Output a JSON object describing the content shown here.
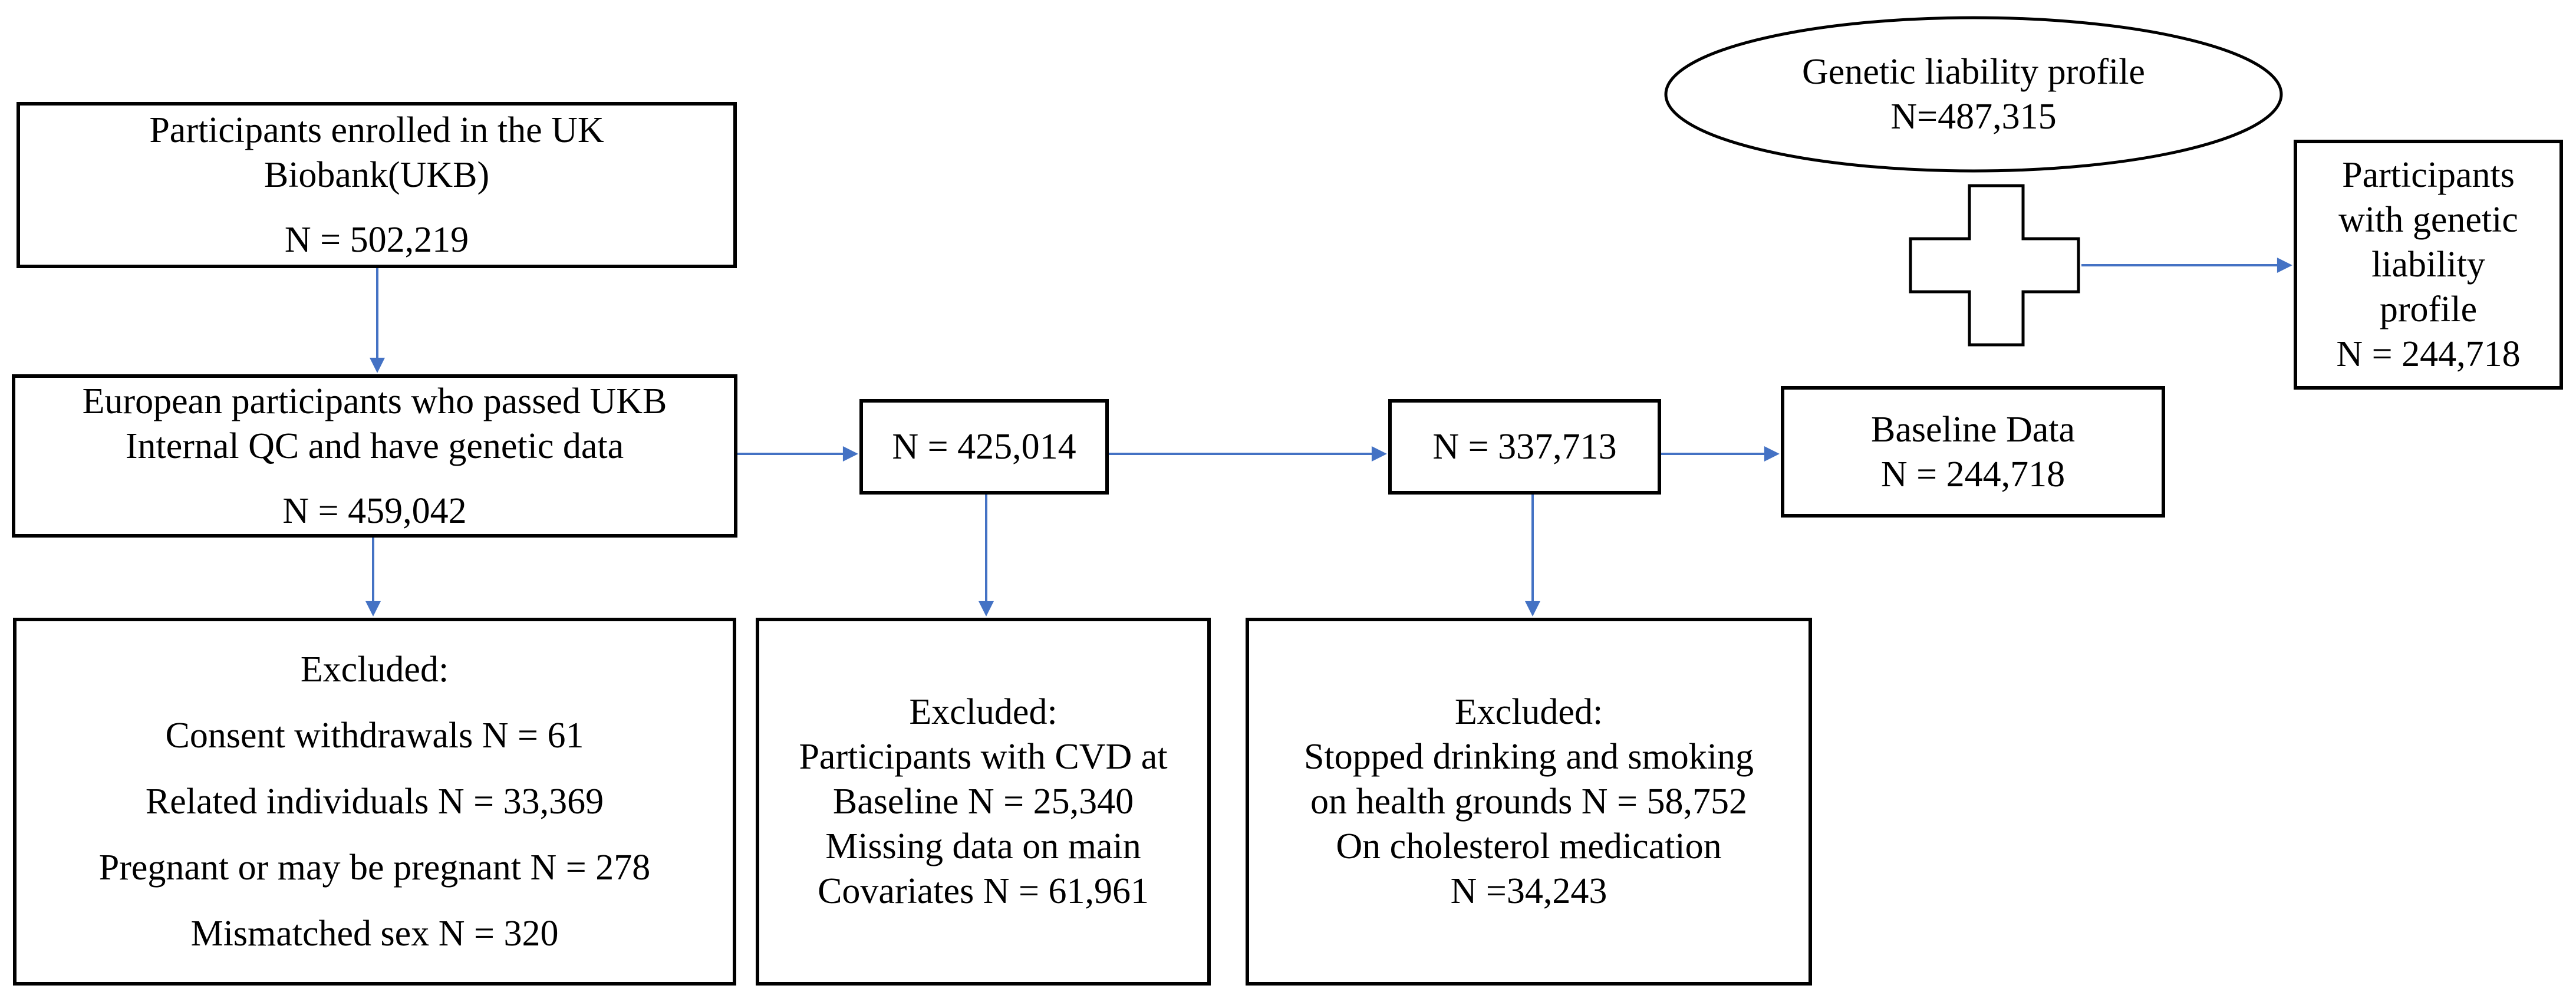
{
  "colors": {
    "arrow_blue": "#4472C4",
    "shape_border": "#000000",
    "background": "#FFFFFF",
    "text": "#000000"
  },
  "nodes": {
    "enrolled": {
      "title1": "Participants enrolled in the UK",
      "title2": "Biobank(UKB)",
      "n": "N = 502,219"
    },
    "european": {
      "title1": "European participants who passed UKB",
      "title2": "Internal QC and have genetic data",
      "n": "N = 459,042"
    },
    "excluded_qc": {
      "heading": "Excluded:",
      "items": [
        "Consent withdrawals N = 61",
        "Related individuals N = 33,369",
        "Pregnant or may be pregnant N = 278",
        "Mismatched sex N =  320"
      ]
    },
    "n425": "N = 425,014",
    "n337": "N = 337,713",
    "excluded_cvd": {
      "heading": "Excluded:",
      "lines": [
        "Participants with CVD at",
        "Baseline N = 25,340",
        "Missing data on main",
        "Covariates N = 61,961"
      ]
    },
    "excluded_lifestyle": {
      "heading": "Excluded:",
      "lines": [
        "Stopped drinking and smoking",
        "on health grounds N = 58,752",
        "On cholesterol medication",
        "N =34,243"
      ]
    },
    "baseline": {
      "line1": "Baseline Data",
      "line2": "N = 244,718"
    },
    "genetic_profile": {
      "line1": "Genetic liability profile",
      "line2": "N=487,315"
    },
    "with_genetic": {
      "lines": [
        "Participants",
        "with genetic",
        "liability",
        "profile",
        "N = 244,718"
      ]
    }
  }
}
